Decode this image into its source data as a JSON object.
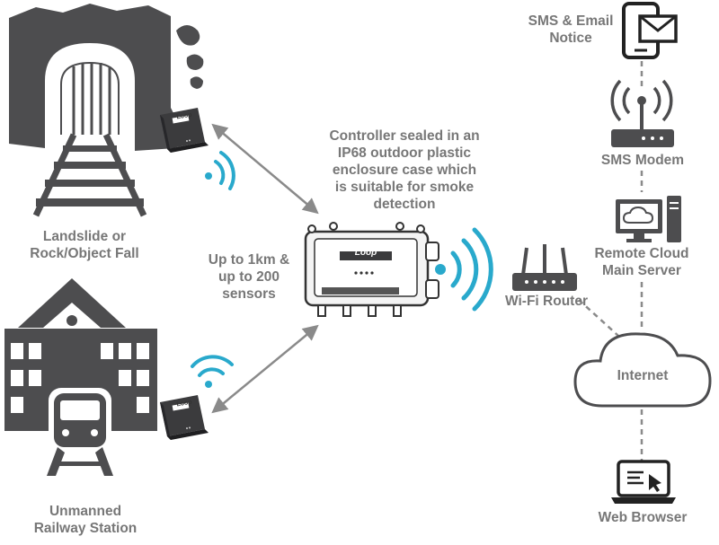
{
  "colors": {
    "icon_gray": "#4d4d4f",
    "text_gray": "#777777",
    "wifi_blue": "#29a9cc",
    "arrow_gray": "#8a8a8a",
    "device_dark": "#3b3b3d"
  },
  "nodes": {
    "landslide": {
      "lines": [
        "Landslide or",
        "Rock/Object Fall"
      ],
      "icon": "tunnel-railway-icon"
    },
    "railway": {
      "lines": [
        "Unmanned",
        "Railway Station"
      ],
      "icon": "railway-station-icon"
    },
    "range": {
      "lines": [
        "Up to 1km &",
        "up to 200",
        "sensors"
      ]
    },
    "controller": {
      "lines": [
        "Controller sealed in an",
        "IP68 outdoor plastic",
        "enclosure case which",
        "is suitable for smoke",
        "detection"
      ],
      "brand": "Loop",
      "icon": "controller-enclosure-icon"
    },
    "sensor": {
      "brand": "Loop",
      "icon": "wireless-sensor-icon"
    },
    "router": {
      "label": "Wi-Fi Router",
      "icon": "wifi-router-icon"
    },
    "internet": {
      "label": "Internet",
      "icon": "cloud-icon"
    },
    "server": {
      "lines": [
        "Remote Cloud",
        "Main Server"
      ],
      "icon": "server-computer-icon"
    },
    "modem": {
      "label": "SMS Modem",
      "icon": "sms-modem-icon"
    },
    "sms": {
      "lines": [
        "SMS & Email",
        "Notice"
      ],
      "icon": "phone-email-icon"
    },
    "browser": {
      "label": "Web Browser",
      "icon": "laptop-browser-icon"
    }
  }
}
